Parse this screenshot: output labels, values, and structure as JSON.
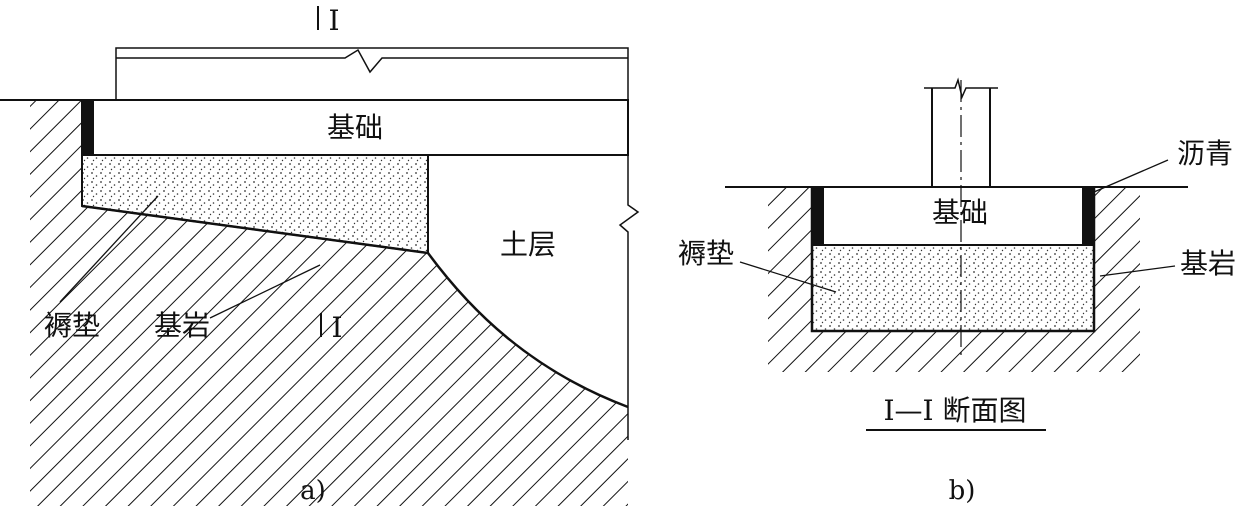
{
  "figure_a": {
    "caption": "a)",
    "section_mark_top": "I",
    "section_mark_bottom": "I",
    "foundation_label": "基础",
    "cushion_label": "褥垫",
    "bedrock_label": "基岩",
    "soil_label": "土层"
  },
  "figure_b": {
    "caption": "b)",
    "foundation_label": "基础",
    "cushion_label": "褥垫",
    "bedrock_label": "基岩",
    "asphalt_label": "沥青",
    "section_title": "I—I 断面图"
  },
  "colors": {
    "ink": "#111111",
    "paper": "#ffffff"
  }
}
